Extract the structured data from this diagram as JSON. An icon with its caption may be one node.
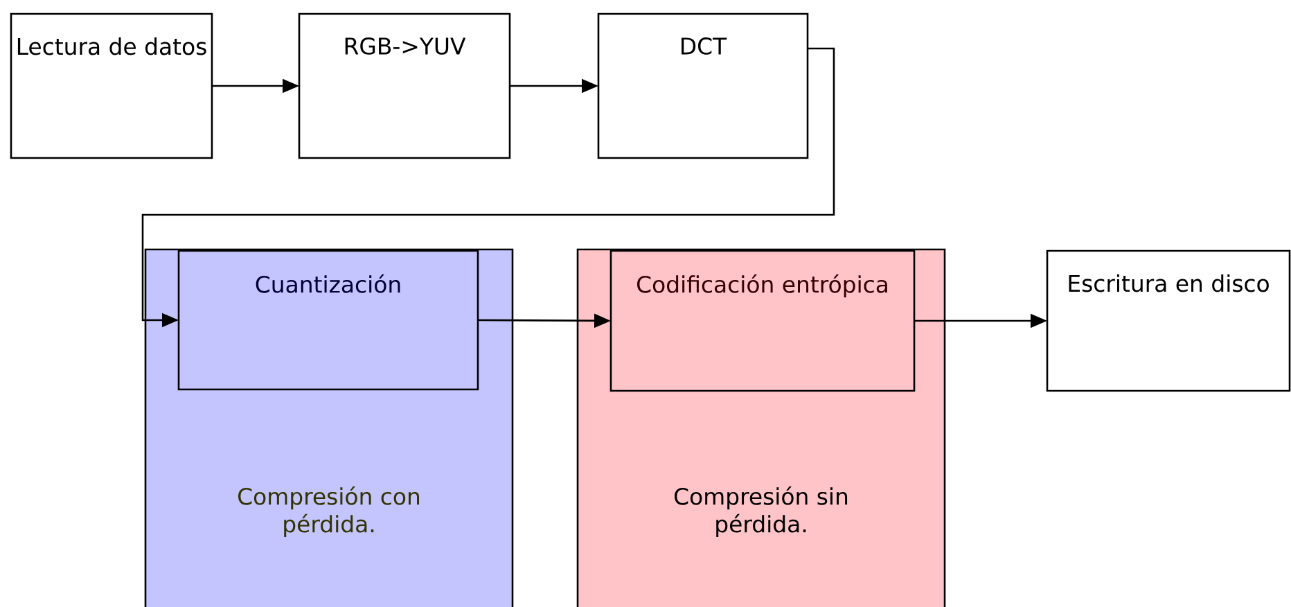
{
  "diagram": {
    "nodes": [
      {
        "text": [
          "Lectura de datos"
        ]
      },
      {
        "text": [
          "RGB->YUV"
        ]
      },
      {
        "text": [
          "DCT"
        ]
      },
      {
        "text": [
          "Compresión con pérdida."
        ]
      },
      {
        "text": [
          "Cuantización"
        ],
        "in": 3
      },
      {
        "text": [
          "Compresión sin pérdida."
        ]
      },
      {
        "text": [
          "Codificación entrópica"
        ],
        "in": 5
      },
      {
        "text": [
          "Escritura en disco"
        ]
      }
    ],
    "edges": [
      {
        "from": 0,
        "to": 1,
        "arrow": "to"
      },
      {
        "from": 1,
        "to": 2,
        "arrow": "to"
      },
      {
        "from": 2,
        "to": 4,
        "arrow": "to"
      },
      {
        "from": 4,
        "to": 6,
        "arrow": "to"
      },
      {
        "from": 6,
        "to": 7,
        "arrow": "to"
      }
    ]
  }
}
